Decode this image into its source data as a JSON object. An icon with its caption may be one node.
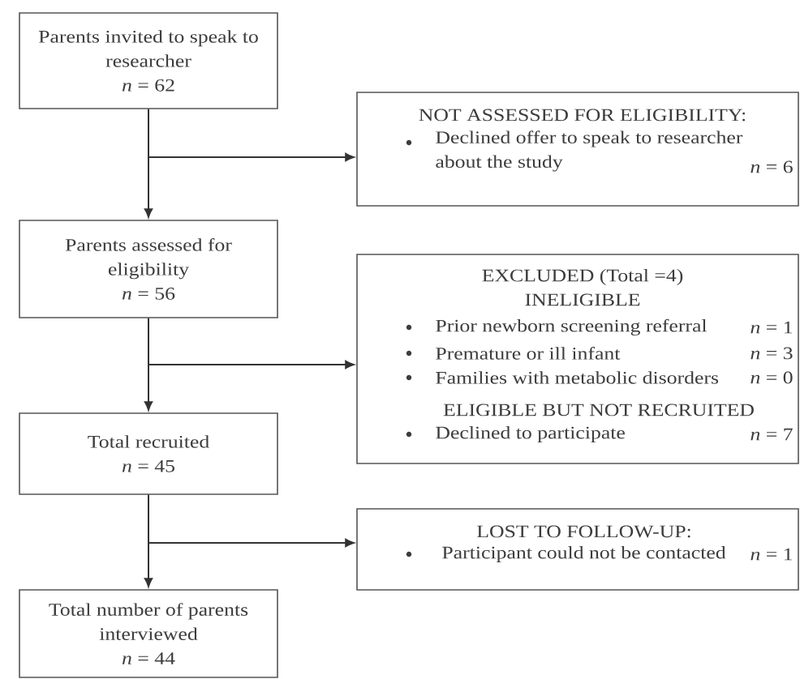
{
  "diagram": {
    "nodes": [
      {
        "text": [
          "Parents invited to speak to researcher",
          "*n* = 62"
        ]
      },
      {
        "text": [
          "NOT ASSESSED FOR ELIGIBILITY:",
          "Declined offer to speak to researcher about the study",
          "*n* = 6"
        ]
      },
      {
        "text": [
          "Parents assessed for eligibility",
          "*n* = 56"
        ]
      },
      {
        "text": [
          "EXCLUDED (Total =4)",
          "INELIGIBLE",
          "Prior newborn screening referral",
          "*n* = 1",
          "Premature or ill infant",
          "*n* = 3",
          "Families with metabolic disorders",
          "*n* = 0",
          "ELIGIBLE BUT NOT RECRUITED",
          "Declined to participate",
          "*n* = 7"
        ]
      },
      {
        "text": [
          "Total recruited",
          "*n* = 45"
        ]
      },
      {
        "text": [
          "LOST TO FOLLOW-UP:",
          "Participant could not be contacted",
          "*n* = 1"
        ]
      },
      {
        "text": [
          "Total number of parents interviewed",
          "*n* = 44"
        ]
      }
    ],
    "edges": [
      {
        "from": 0,
        "to": 2,
        "arrow": "to"
      },
      {
        "from": 0,
        "to": 1,
        "arrow": "to"
      },
      {
        "from": 2,
        "to": 4,
        "arrow": "to"
      },
      {
        "from": 2,
        "to": 3,
        "arrow": "to"
      },
      {
        "from": 4,
        "to": 6,
        "arrow": "to"
      },
      {
        "from": 4,
        "to": 5,
        "arrow": "to"
      }
    ]
  }
}
